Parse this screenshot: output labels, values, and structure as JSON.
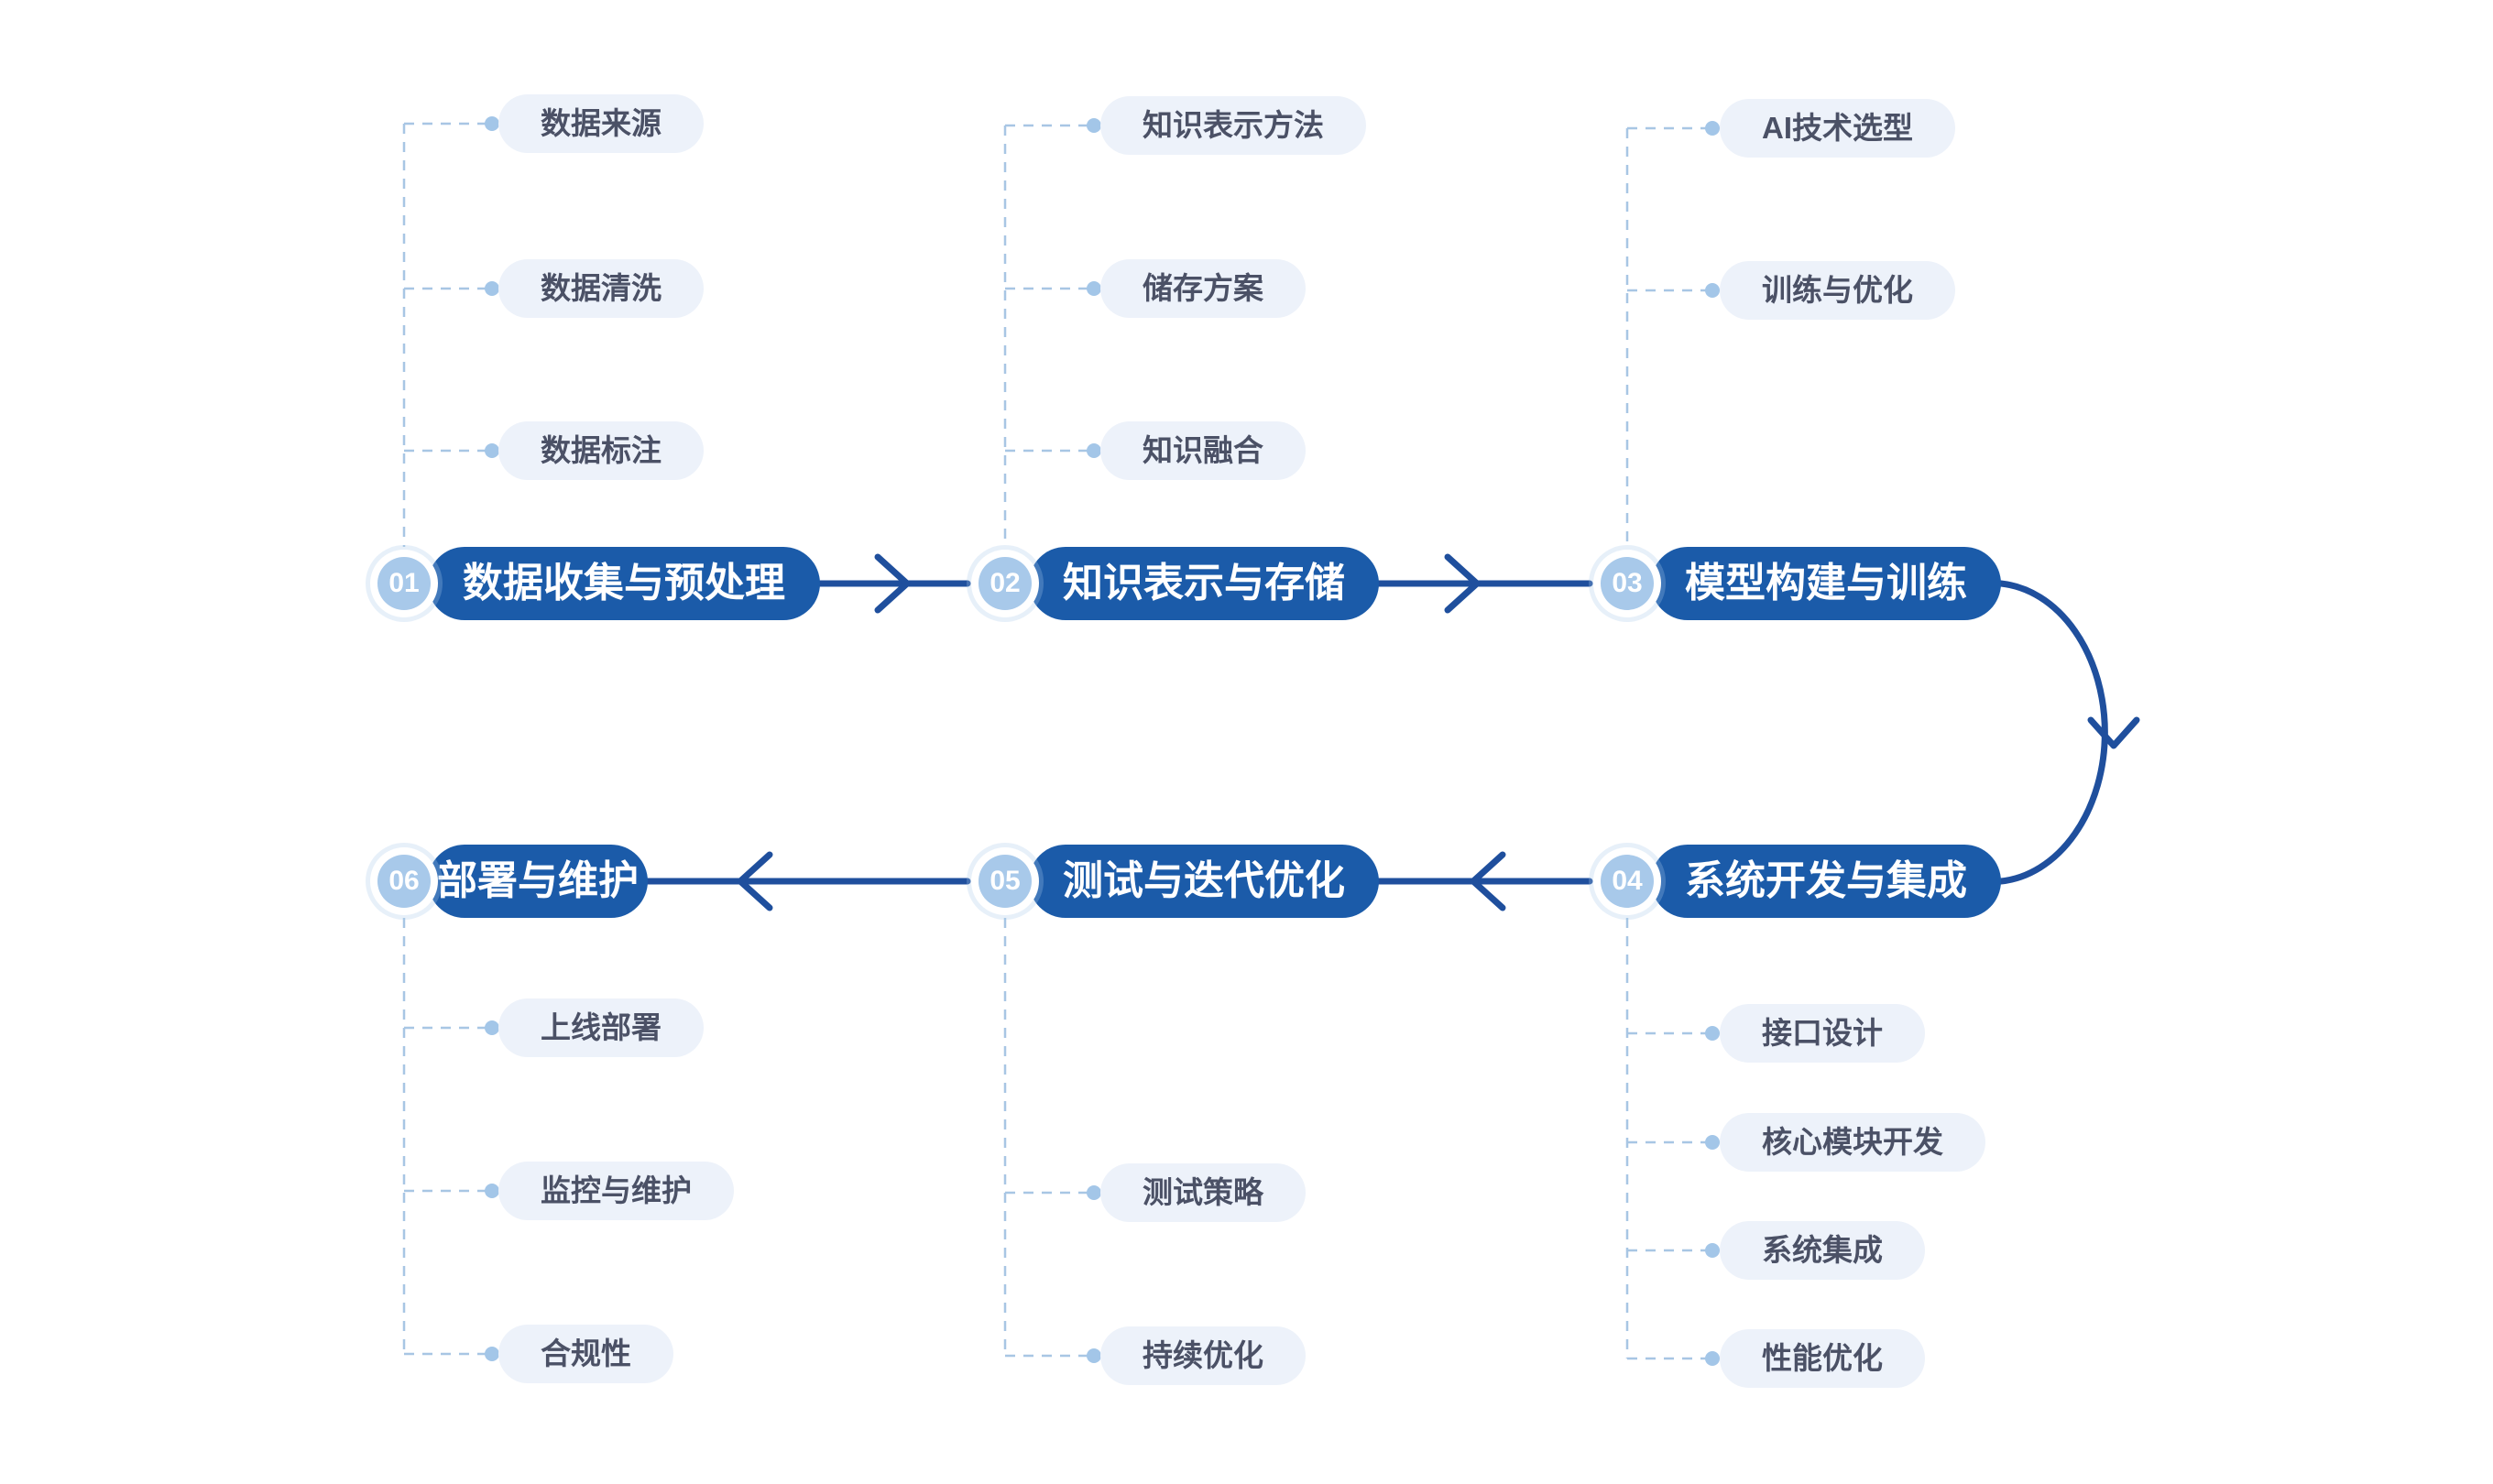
{
  "diagram": {
    "type": "process-flowchart",
    "direction": "01→02→03→04→05→06",
    "colors": {
      "stage_pill": "#1b5ba9",
      "stage_number_badge": "#a8c9ea",
      "arrow": "#1f4f9d",
      "sub_pill_background": "#edf2fa",
      "sub_pill_text": "#4b5166",
      "dashed_connector": "#a8c6e4",
      "connector_dot": "#a3c6e8",
      "background": "#ffffff"
    }
  },
  "stages": [
    {
      "number": "01",
      "title": "数据收集与预处理",
      "items": [
        "数据来源",
        "数据清洗",
        "数据标注"
      ]
    },
    {
      "number": "02",
      "title": "知识表示与存储",
      "items": [
        "知识表示方法",
        "储存方案",
        "知识融合"
      ]
    },
    {
      "number": "03",
      "title": "模型构建与训练",
      "items": [
        "AI技术选型",
        "训练与优化"
      ]
    },
    {
      "number": "04",
      "title": "系统开发与集成",
      "items": [
        "接口设计",
        "核心模块开发",
        "系统集成",
        "性能优化"
      ]
    },
    {
      "number": "05",
      "title": "测试与迭代优化",
      "items": [
        "测试策略",
        "持续优化"
      ]
    },
    {
      "number": "06",
      "title": "部署与维护",
      "items": [
        "上线部署",
        "监控与维护",
        "合规性"
      ]
    }
  ]
}
